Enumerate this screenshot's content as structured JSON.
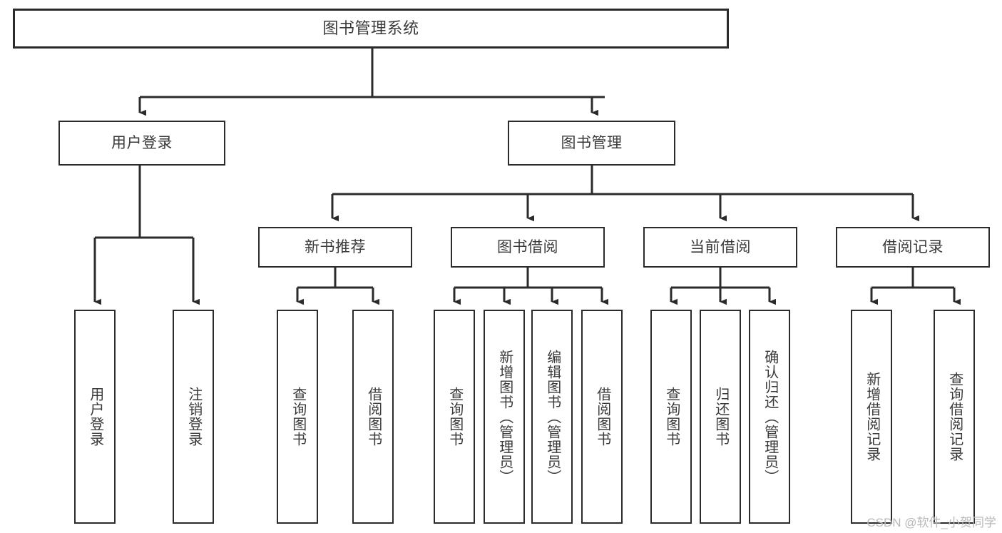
{
  "diagram": {
    "title": "图书管理系统",
    "type": "hierarchy-tree",
    "orientation": "top-down",
    "watermark": "CSDN @软件_小贺同学",
    "colors": {
      "stroke": "#2b2b2b",
      "text": "#3a3a3a",
      "background": "#ffffff",
      "watermark": "#b9b9b9"
    },
    "nodes": {
      "root": {
        "label": "图书管理系统",
        "level": 1
      },
      "l2": [
        {
          "id": "user-login",
          "label": "用户登录",
          "level": 2
        },
        {
          "id": "book-manage",
          "label": "图书管理",
          "level": 2
        }
      ],
      "l3": [
        {
          "id": "new-book-rec",
          "label": "新书推荐",
          "level": 3
        },
        {
          "id": "book-borrow",
          "label": "图书借阅",
          "level": 3
        },
        {
          "id": "current-borrow",
          "label": "当前借阅",
          "level": 3
        },
        {
          "id": "borrow-record",
          "label": "借阅记录",
          "level": 3
        }
      ],
      "leaves": [
        {
          "id": "leaf-user-login",
          "label": "用户登录",
          "parent": "user-login"
        },
        {
          "id": "leaf-logout",
          "label": "注销登录",
          "parent": "user-login"
        },
        {
          "id": "leaf-query-book-1",
          "label": "查询图书",
          "parent": "new-book-rec"
        },
        {
          "id": "leaf-borrow-book-1",
          "label": "借阅图书",
          "parent": "new-book-rec"
        },
        {
          "id": "leaf-query-book-2",
          "label": "查询图书",
          "parent": "book-borrow"
        },
        {
          "id": "leaf-add-book",
          "label": "新增图书（管理员）",
          "parent": "book-borrow"
        },
        {
          "id": "leaf-edit-book",
          "label": "编辑图书（管理员）",
          "parent": "book-borrow"
        },
        {
          "id": "leaf-borrow-book-2",
          "label": "借阅图书",
          "parent": "book-borrow"
        },
        {
          "id": "leaf-query-book-3",
          "label": "查询图书",
          "parent": "current-borrow"
        },
        {
          "id": "leaf-return-book",
          "label": "归还图书",
          "parent": "current-borrow"
        },
        {
          "id": "leaf-confirm-return",
          "label": "确认归还（管理员）",
          "parent": "current-borrow"
        },
        {
          "id": "leaf-add-record",
          "label": "新增借阅记录",
          "parent": "borrow-record"
        },
        {
          "id": "leaf-query-record",
          "label": "查询借阅记录",
          "parent": "borrow-record"
        }
      ]
    }
  }
}
